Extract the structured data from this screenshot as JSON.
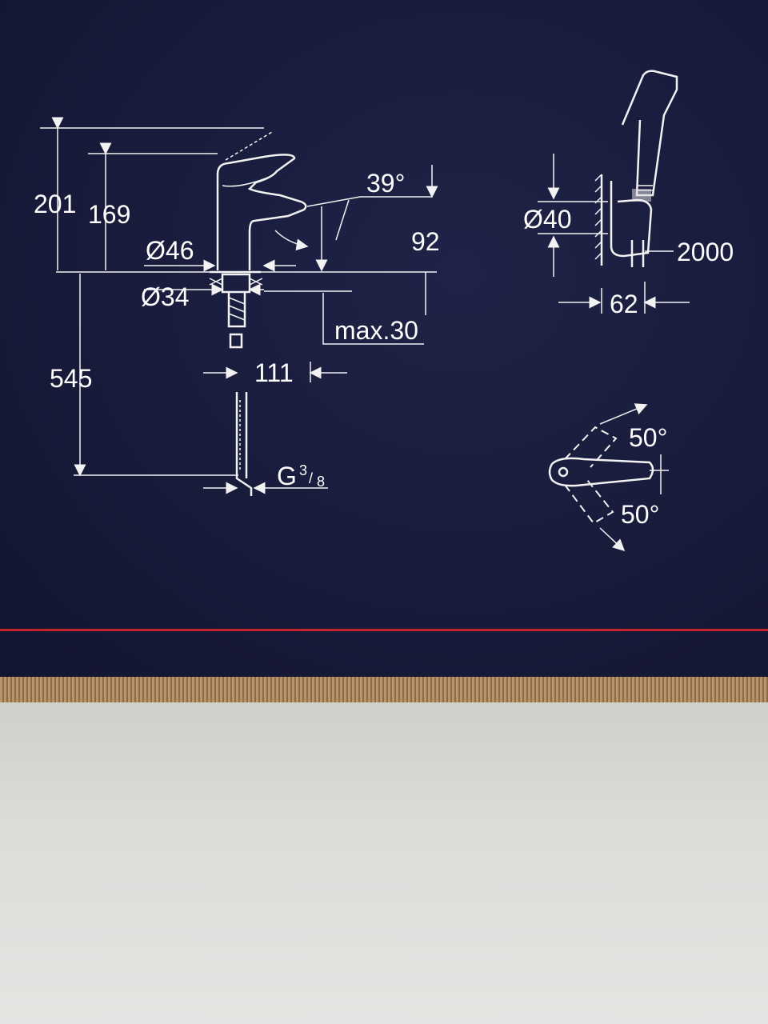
{
  "faucet_dimensions": {
    "height_total": "201",
    "height_spout": "169",
    "angle": "39°",
    "spout_height": "92",
    "diameter_base": "Ø46",
    "diameter_hole": "Ø34",
    "max_thickness": "max.30",
    "hose_length": "545",
    "reach": "111",
    "thread_letter": "G",
    "thread_sup": "3",
    "thread_sub": "8"
  },
  "shower_dimensions": {
    "diameter": "Ø40",
    "hose_length": "2000",
    "width": "62"
  },
  "handle_rotation": {
    "angle_up": "50°",
    "angle_down": "50°"
  },
  "colors": {
    "box_background": "#181b3a",
    "stripe": "#c4222c",
    "lines": "#f2f2f2",
    "table": "#d9d9d6"
  }
}
